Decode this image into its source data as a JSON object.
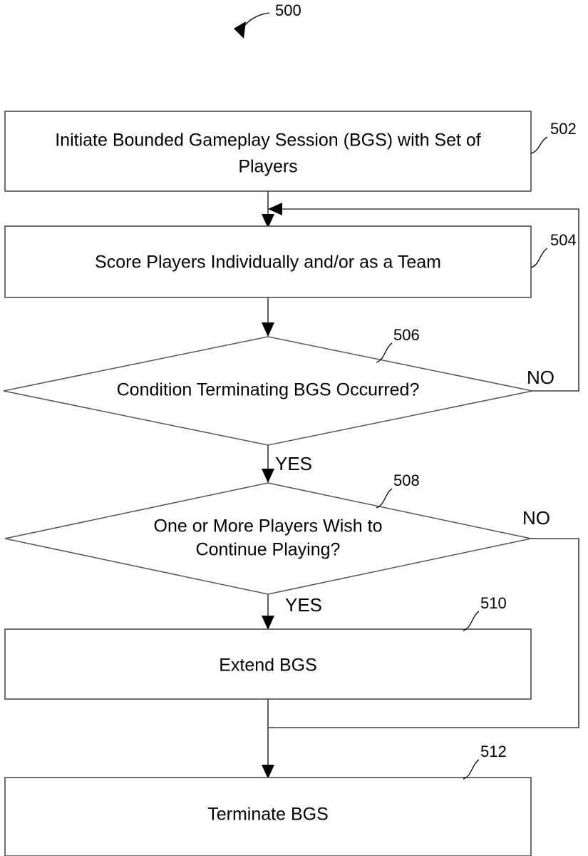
{
  "figure": {
    "figure_number": "500",
    "nodes": [
      {
        "id": "502",
        "ref": "502",
        "shape": "process",
        "lines": [
          "Initiate Bounded Gameplay Session (BGS) with Set of",
          "Players"
        ]
      },
      {
        "id": "504",
        "ref": "504",
        "shape": "process",
        "lines": [
          "Score Players Individually and/or as a Team"
        ]
      },
      {
        "id": "506",
        "ref": "506",
        "shape": "decision",
        "lines": [
          "Condition Terminating BGS Occurred?"
        ]
      },
      {
        "id": "508",
        "ref": "508",
        "shape": "decision",
        "lines": [
          "One or More Players Wish to",
          "Continue Playing?"
        ]
      },
      {
        "id": "510",
        "ref": "510",
        "shape": "process",
        "lines": [
          "Extend BGS"
        ]
      },
      {
        "id": "512",
        "ref": "512",
        "shape": "process",
        "lines": [
          "Terminate BGS"
        ]
      }
    ],
    "branch_labels": {
      "no_506": "NO",
      "yes_506": "YES",
      "no_508": "NO",
      "yes_508": "YES"
    }
  }
}
